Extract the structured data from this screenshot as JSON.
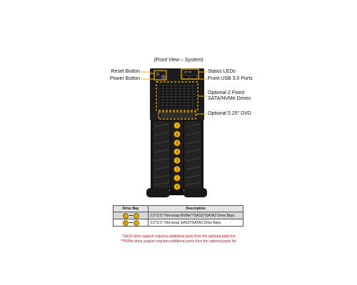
{
  "diagram": {
    "caption": "(Front View – System)",
    "callouts": {
      "reset_button": "Reset Button",
      "power_button": "Power Button",
      "status_leds": "Status LEDs",
      "front_usb": "Front USB 3.0 Ports",
      "fixed_drives_line1": "Optional 2 Fixed",
      "fixed_drives_line2": "SATA/NVMe Drives",
      "dvd": "Optional 5.25\" DVD"
    },
    "bay_numbers": [
      "7",
      "6",
      "5",
      "4",
      "3",
      "2",
      "1",
      "0"
    ],
    "colors": {
      "callout": "#f5b400",
      "chassis": "#1c1c1c",
      "bay_badge": "#f5b400"
    }
  },
  "table": {
    "headers": {
      "bay": "Drive Bay",
      "description": "Description"
    },
    "rows": [
      {
        "from": "0",
        "to": "1",
        "description": "3.5\"/2.5\" Hot-swap NVMe**/SAS3*/SATA3 Drive Bays"
      },
      {
        "from": "6",
        "to": "7",
        "description": "3.5\"/2.5\" Hot-swap SAS3*/SATA3 Drive Bays"
      }
    ]
  },
  "notes": [
    "*SAS3 drive support requires additional parts from the optional parts list",
    "**NVMe drive support requires additional parts from the optional parts list"
  ]
}
